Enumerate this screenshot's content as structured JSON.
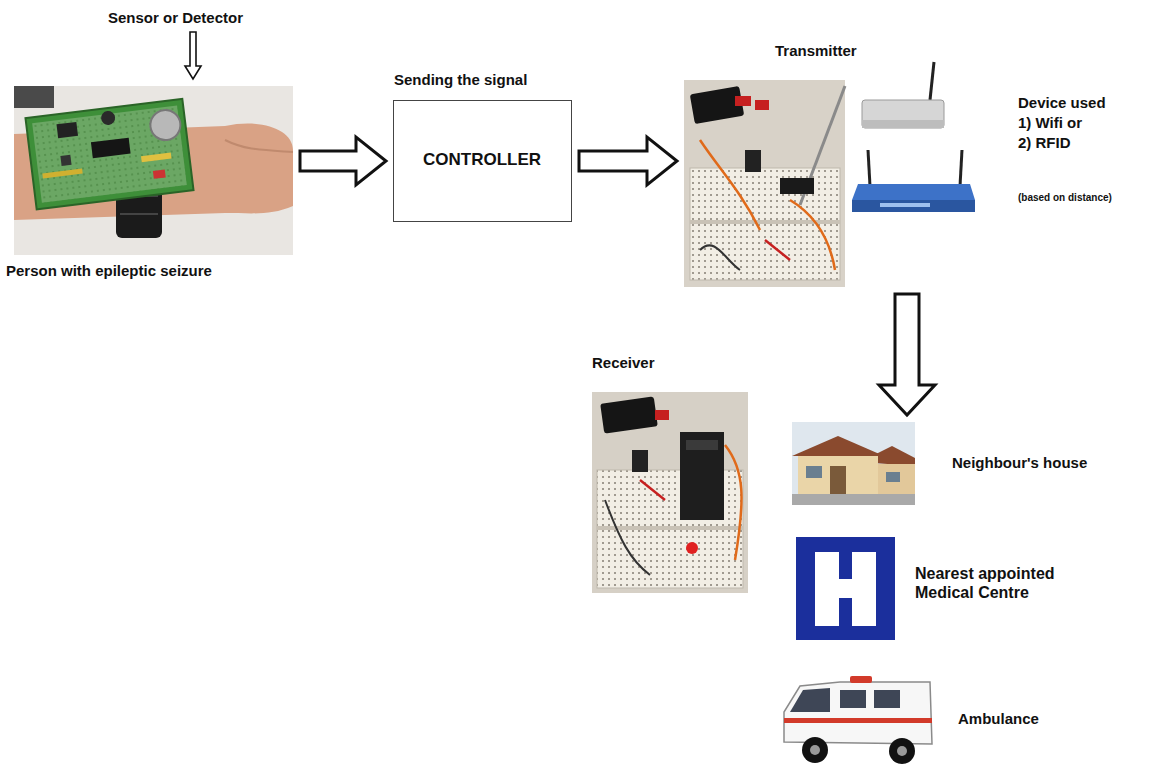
{
  "diagram": {
    "nodes": [
      {
        "text": [
          "Person with epileptic seizure"
        ]
      },
      {
        "text": [
          "Sending the signal",
          "CONTROLLER"
        ]
      },
      {
        "text": [
          "Transmitter"
        ]
      },
      {
        "text": [
          "Receiver"
        ]
      },
      {
        "text": [
          "Neighbour's house"
        ]
      },
      {
        "text": [
          "Nearest appointed Medical Centre"
        ]
      },
      {
        "text": [
          "Ambulance"
        ]
      }
    ],
    "edges": [
      {
        "from": 0,
        "to": 1,
        "arrow": "to"
      },
      {
        "from": 1,
        "to": 2,
        "arrow": "to"
      },
      {
        "from": 2,
        "to": 4,
        "arrow": "to"
      }
    ],
    "labels": [
      "Sensor or Detector",
      "Device used",
      "1) Wifi or",
      "2) RFID",
      "(based on distance)"
    ]
  }
}
